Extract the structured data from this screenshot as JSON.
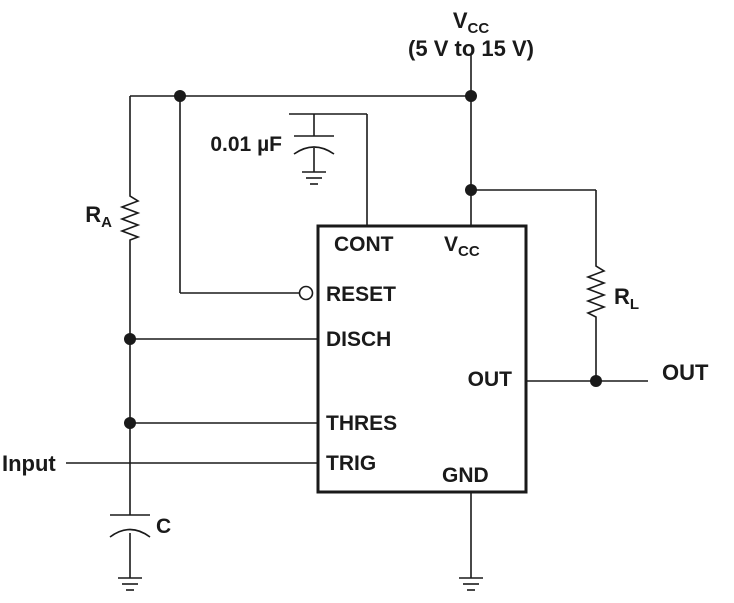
{
  "supply": {
    "label_main": "V",
    "label_sub": "CC",
    "range": "(5 V to 15 V)"
  },
  "capacitor_cont": {
    "value": "0.01 µF"
  },
  "resistor_a": {
    "main": "R",
    "sub": "A"
  },
  "resistor_l": {
    "main": "R",
    "sub": "L"
  },
  "capacitor_timing": {
    "label": "C"
  },
  "chip": {
    "pins": {
      "cont": "CONT",
      "vcc_main": "V",
      "vcc_sub": "CC",
      "reset": "RESET",
      "disch": "DISCH",
      "out": "OUT",
      "thres": "THRES",
      "trig": "TRIG",
      "gnd": "GND"
    }
  },
  "signals": {
    "input": "Input",
    "output": "OUT"
  }
}
